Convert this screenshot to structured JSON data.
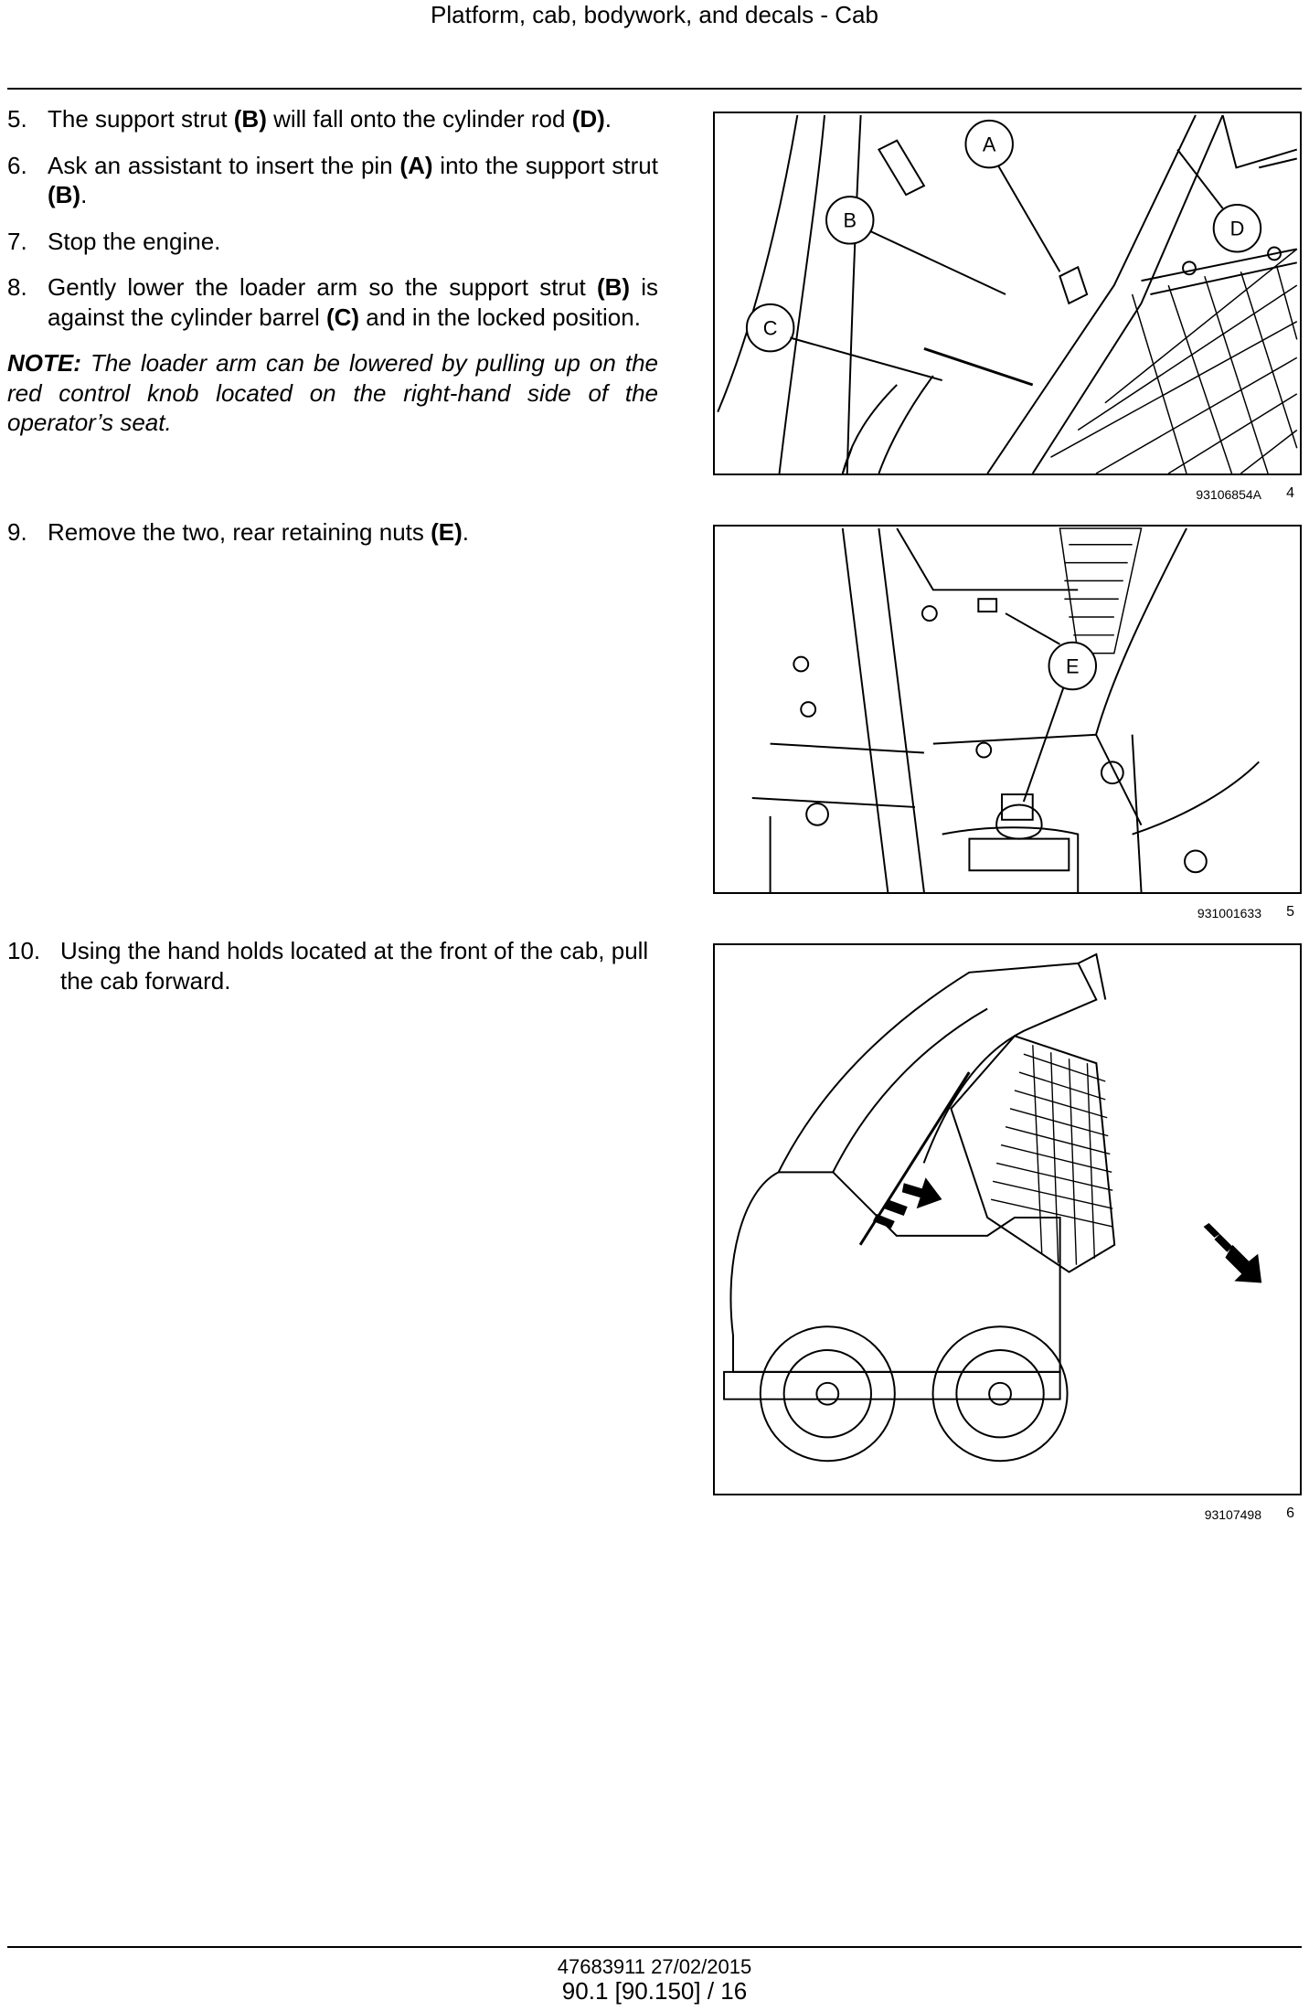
{
  "header": {
    "title": "Platform, cab, bodywork, and decals - Cab"
  },
  "steps": {
    "s5": {
      "num": "5.",
      "t1": "The support strut ",
      "b1": "(B)",
      "t2": " will fall onto the cylinder rod ",
      "b2": "(D)",
      "t3": "."
    },
    "s6": {
      "num": "6.",
      "t1": "Ask an assistant to insert the pin ",
      "b1": "(A)",
      "t2": " into the support strut ",
      "b2": "(B)",
      "t3": "."
    },
    "s7": {
      "num": "7.",
      "t1": "Stop the engine."
    },
    "s8": {
      "num": "8.",
      "t1": "Gently lower the loader arm so the support strut ",
      "b1": "(B)",
      "t2": " is against the cylinder barrel ",
      "b2": "(C)",
      "t3": " and in the locked position."
    },
    "note": {
      "label": "NOTE:",
      "text": " The loader arm can be lowered by pulling up on the red control knob located on the right-hand side of the operator’s seat."
    },
    "s9": {
      "num": "9.",
      "t1": "Remove the two, rear retaining nuts ",
      "b1": "(E)",
      "t2": "."
    },
    "s10": {
      "num": "10.",
      "t1": "Using the hand holds located at the front of the cab, pull the cab forward."
    }
  },
  "figures": [
    {
      "labels": [
        "A",
        "B",
        "C",
        "D"
      ],
      "code": "93106854A",
      "number": "4"
    },
    {
      "labels": [
        "E"
      ],
      "code": "931001633",
      "number": "5"
    },
    {
      "labels": [],
      "code": "93107498",
      "number": "6"
    }
  ],
  "footer": {
    "doc": "47683911 27/02/2015",
    "page": "90.1 [90.150] / 16"
  }
}
